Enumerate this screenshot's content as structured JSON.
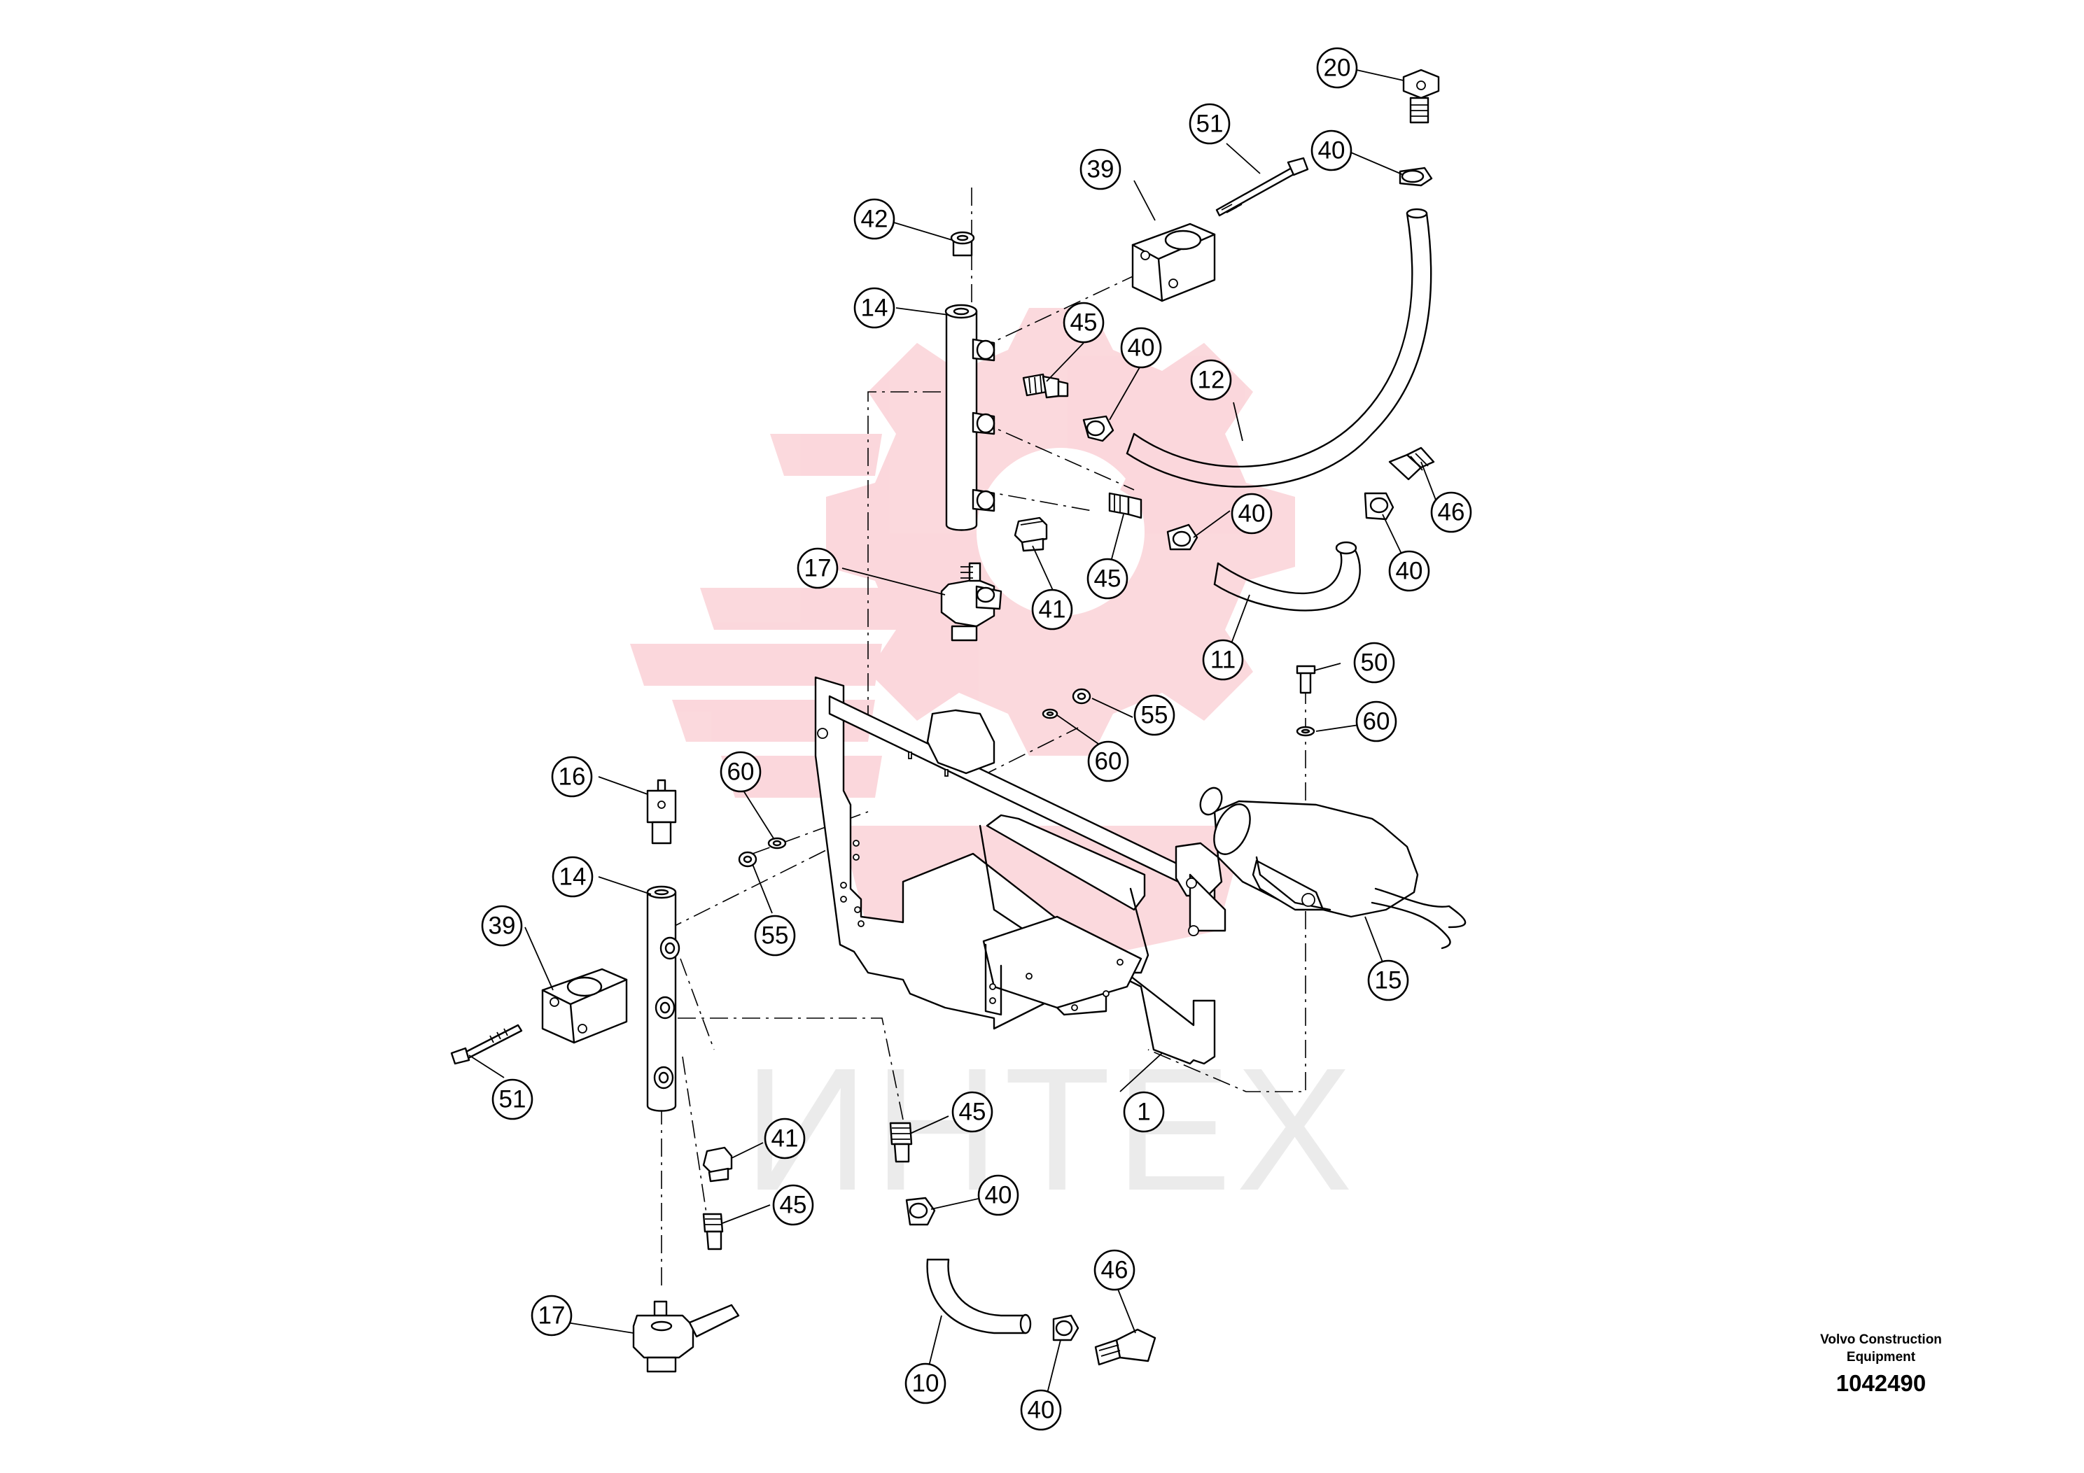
{
  "footer": {
    "company_line1": "Volvo Construction",
    "company_line2": "Equipment",
    "drawing_number": "1042490"
  },
  "watermark": {
    "text": "ИНТЕХ",
    "color": "#e8102b"
  },
  "callouts": [
    {
      "id": "c20",
      "label": "20"
    },
    {
      "id": "c51a",
      "label": "51"
    },
    {
      "id": "c40a",
      "label": "40"
    },
    {
      "id": "c39a",
      "label": "39"
    },
    {
      "id": "c42",
      "label": "42"
    },
    {
      "id": "c14a",
      "label": "14"
    },
    {
      "id": "c45a",
      "label": "45"
    },
    {
      "id": "c40b",
      "label": "40"
    },
    {
      "id": "c12",
      "label": "12"
    },
    {
      "id": "c46a",
      "label": "46"
    },
    {
      "id": "c40c",
      "label": "40"
    },
    {
      "id": "c40d",
      "label": "40"
    },
    {
      "id": "c17a",
      "label": "17"
    },
    {
      "id": "c45b",
      "label": "45"
    },
    {
      "id": "c41a",
      "label": "41"
    },
    {
      "id": "c11",
      "label": "11"
    },
    {
      "id": "c50",
      "label": "50"
    },
    {
      "id": "c55a",
      "label": "55"
    },
    {
      "id": "c60a",
      "label": "60"
    },
    {
      "id": "c60b",
      "label": "60"
    },
    {
      "id": "c16",
      "label": "16"
    },
    {
      "id": "c60c",
      "label": "60"
    },
    {
      "id": "c14b",
      "label": "14"
    },
    {
      "id": "c55b",
      "label": "55"
    },
    {
      "id": "c39b",
      "label": "39"
    },
    {
      "id": "c15",
      "label": "15"
    },
    {
      "id": "c51b",
      "label": "51"
    },
    {
      "id": "c1",
      "label": "1"
    },
    {
      "id": "c45c",
      "label": "45"
    },
    {
      "id": "c41b",
      "label": "41"
    },
    {
      "id": "c40e",
      "label": "40"
    },
    {
      "id": "c45d",
      "label": "45"
    },
    {
      "id": "c46b",
      "label": "46"
    },
    {
      "id": "c17b",
      "label": "17"
    },
    {
      "id": "c10",
      "label": "10"
    },
    {
      "id": "c40f",
      "label": "40"
    }
  ]
}
